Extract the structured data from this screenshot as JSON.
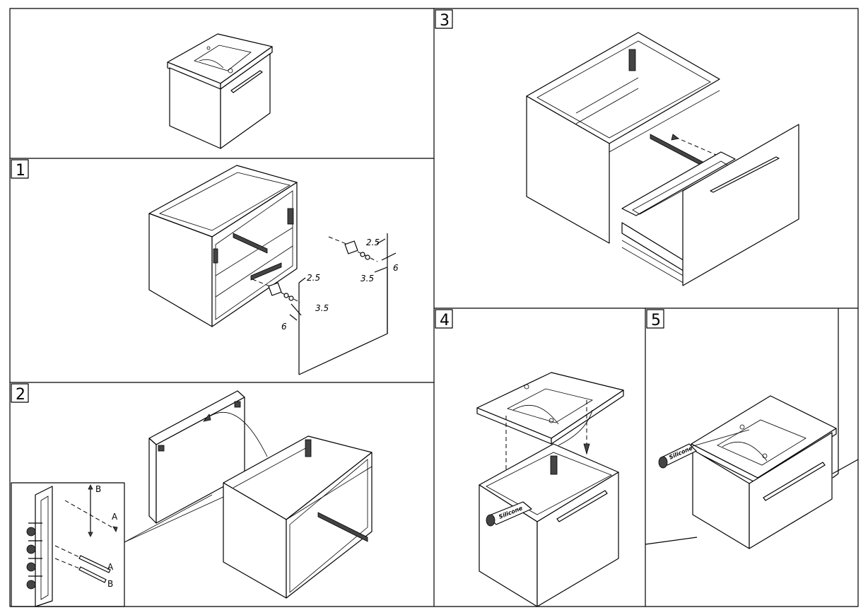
{
  "steps": [
    {
      "id": "overview",
      "number": ""
    },
    {
      "id": "step1",
      "number": "1"
    },
    {
      "id": "step2",
      "number": "2"
    },
    {
      "id": "step3",
      "number": "3"
    },
    {
      "id": "step4",
      "number": "4"
    },
    {
      "id": "step5",
      "number": "5"
    }
  ],
  "step1_dimensions": {
    "left_top": "2.5",
    "left_side": "3.5",
    "left_bottom": "6",
    "right_top": "2.5",
    "right_side": "3.5",
    "right_bottom": "6"
  },
  "step2_hinge_labels": {
    "axis_b_top": "B",
    "axis_a_top": "A",
    "screw_a": "A",
    "screw_b": "B"
  },
  "silicone_label": "Silicone"
}
